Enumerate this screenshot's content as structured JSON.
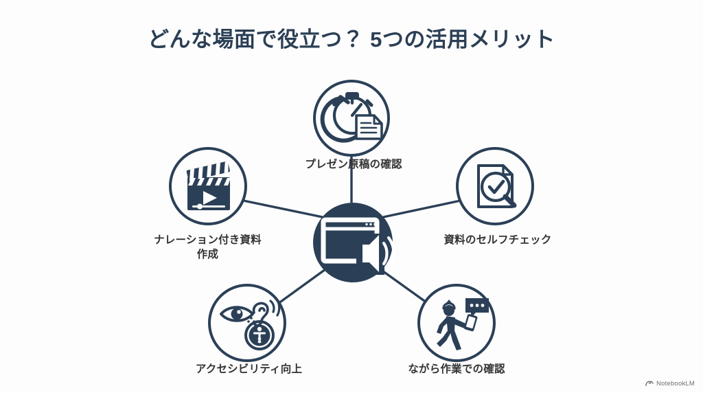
{
  "slide": {
    "title": "どんな場面で役立つ？ 5つの活用メリット",
    "background_color": "#fdfdfd",
    "accent_color": "#2b4057",
    "title_color": "#2b3f55",
    "label_color": "#333333"
  },
  "center": {
    "icon": "slide-with-speaker-icon",
    "fill_color": "#2b4057",
    "icon_color": "#ffffff"
  },
  "nodes": [
    {
      "id": "top",
      "label": "プレゼン原稿の確認",
      "icon": "stopwatch-document-icon",
      "position": "top"
    },
    {
      "id": "right",
      "label": "資料のセルフチェック",
      "icon": "document-magnifier-check-icon",
      "position": "top-right"
    },
    {
      "id": "left",
      "label": "ナレーション付き資料\n作成",
      "icon": "clapperboard-play-icon",
      "position": "top-left"
    },
    {
      "id": "bottomleft",
      "label": "アクセシビリティ向上",
      "icon": "accessibility-eye-ear-icon",
      "position": "bottom-left"
    },
    {
      "id": "bottomright",
      "label": "ながら作業での確認",
      "icon": "walking-person-phone-icon",
      "position": "bottom-right"
    }
  ],
  "watermark": {
    "text": "NotebookLM",
    "icon": "notebooklm-logo-icon"
  }
}
